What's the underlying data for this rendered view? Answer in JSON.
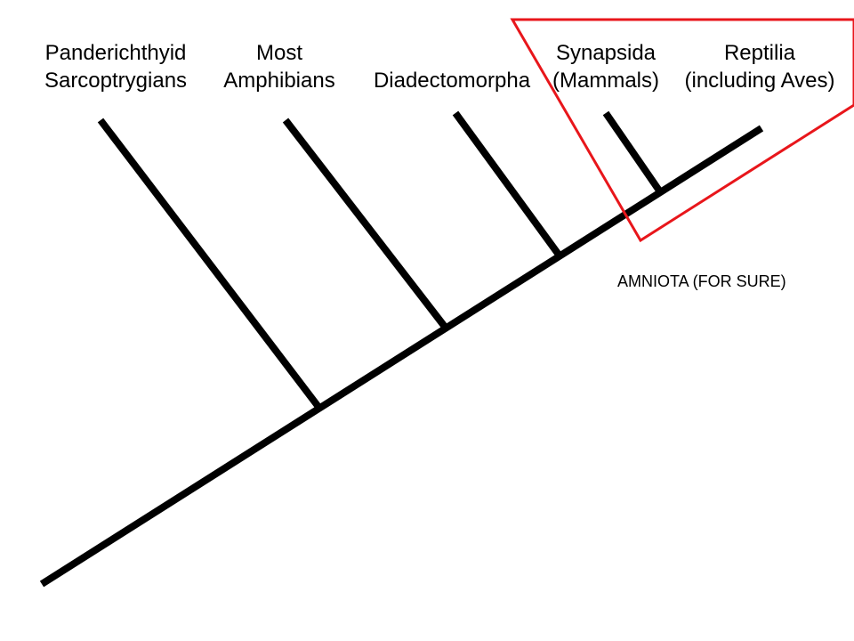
{
  "taxa": [
    {
      "line1": "Panderichthyid",
      "line2": "Sarcoptrygians"
    },
    {
      "line1": "Most",
      "line2": "Amphibians"
    },
    {
      "line1": "",
      "line2": "Diadectomorpha"
    },
    {
      "line1": "Synapsida",
      "line2": "(Mammals)"
    },
    {
      "line1": "Reptilia",
      "line2": "(including Aves)"
    }
  ],
  "clade": {
    "label": "AMNIOTA (FOR SURE)",
    "highlight_color": "#e8161b"
  },
  "colors": {
    "tree": "#000000",
    "background": "#ffffff"
  }
}
